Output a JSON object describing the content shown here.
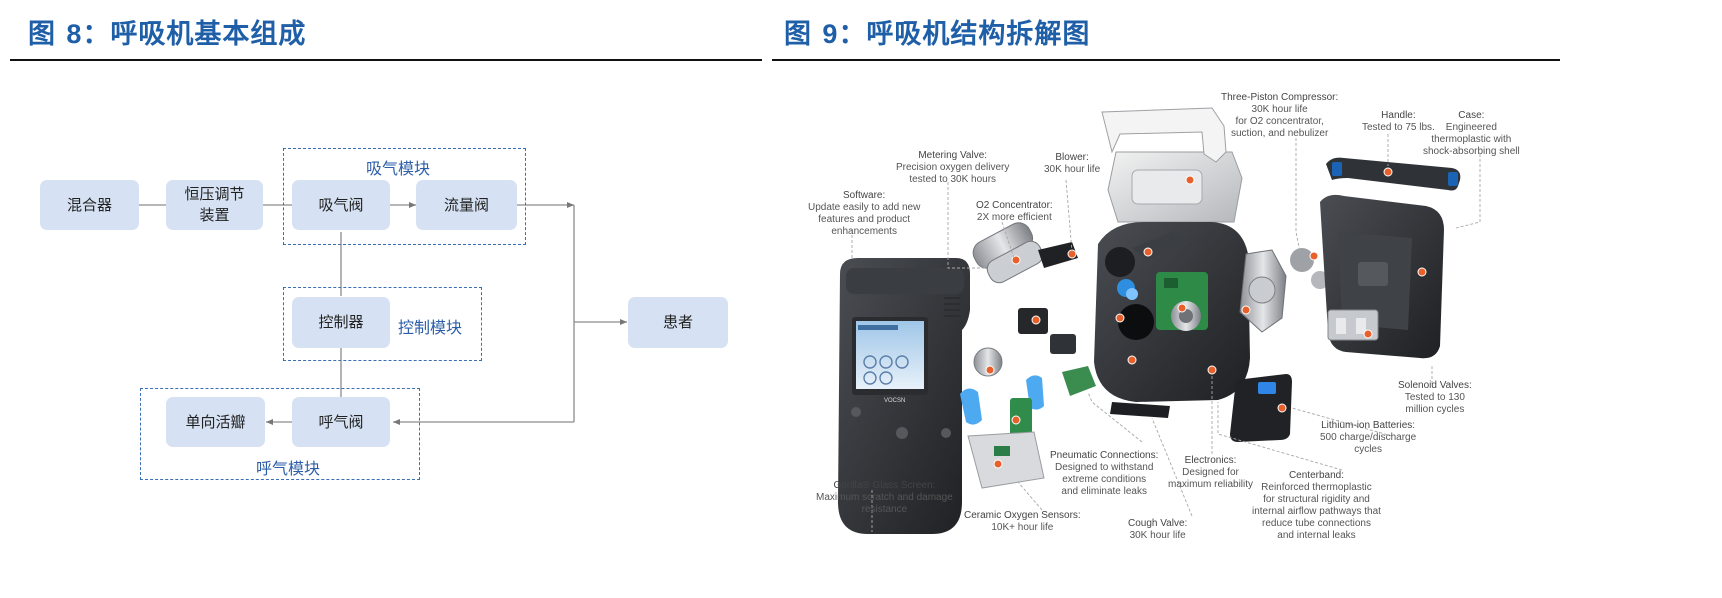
{
  "left_title": {
    "prefix": "图 ",
    "num": "8",
    "suffix": "：呼吸机基本组成"
  },
  "right_title": {
    "prefix": "图 ",
    "num": "9",
    "suffix": "：呼吸机结构拆解图"
  },
  "diagram": {
    "boxes": {
      "mixer": "混合器",
      "pressure": "恒压调节装置",
      "inhale_valve": "吸气阀",
      "flow_valve": "流量阀",
      "controller": "控制器",
      "patient": "患者",
      "check_valve": "单向活瓣",
      "exhale_valve": "呼气阀"
    },
    "modules": {
      "inhale": "吸气模块",
      "control": "控制模块",
      "exhale": "呼气模块"
    }
  },
  "exploded_view": {
    "annotations": {
      "three_piston": {
        "title": "Three-Piston Compressor:",
        "lines": [
          "30K hour life",
          "for O2 concentrator,",
          "suction, and nebulizer"
        ]
      },
      "handle": {
        "title": "Handle:",
        "lines": [
          "Tested to 75 lbs."
        ]
      },
      "case": {
        "title": "Case:",
        "lines": [
          "Engineered",
          "thermoplastic with",
          "shock-absorbing shell"
        ]
      },
      "metering": {
        "title": "Metering Valve:",
        "lines": [
          "Precision oxygen delivery",
          "tested to 30K hours"
        ]
      },
      "blower": {
        "title": "Blower:",
        "lines": [
          "30K hour life"
        ]
      },
      "software": {
        "title": "Software:",
        "lines": [
          "Update easily to add new",
          "features and product",
          "enhancements"
        ]
      },
      "o2": {
        "title": "O2 Concentrator:",
        "lines": [
          "2X more efficient"
        ]
      },
      "solenoid": {
        "title": "Solenoid Valves:",
        "lines": [
          "Tested to 130",
          "million cycles"
        ]
      },
      "lithium": {
        "title": "Lithium-ion Batteries:",
        "lines": [
          "500 charge/discharge",
          "cycles"
        ]
      },
      "pneumatic": {
        "title": "Pneumatic Connections:",
        "lines": [
          "Designed to withstand",
          "extreme conditions",
          "and eliminate leaks"
        ]
      },
      "electronics": {
        "title": "Electronics:",
        "lines": [
          "Designed for",
          "maximum reliability"
        ]
      },
      "centerband": {
        "title": "Centerband:",
        "lines": [
          "Reinforced thermoplastic",
          "for structural rigidity and",
          "internal airflow pathways that",
          "reduce tube connections",
          "and internal leaks"
        ]
      },
      "gorilla": {
        "title": "Gorilla® Glass Screen:",
        "lines": [
          "Maximum scratch and damage",
          "resistance"
        ]
      },
      "ceramic": {
        "title": "Ceramic Oxygen Sensors:",
        "lines": [
          "10K+ hour life"
        ]
      },
      "cough": {
        "title": "Cough Valve:",
        "lines": [
          "30K hour life"
        ]
      }
    },
    "device_brand": "VOCSN"
  }
}
